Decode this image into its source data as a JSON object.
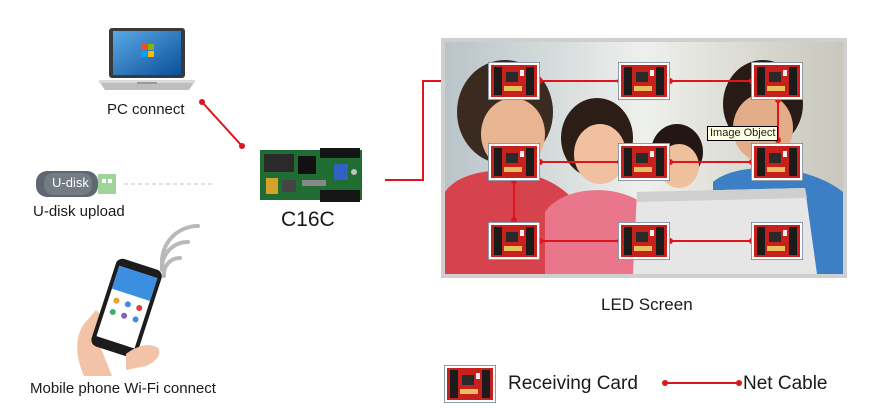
{
  "labels": {
    "pc_connect": "PC connect",
    "udisk_upload": "U-disk upload",
    "udisk_text": "U-disk",
    "controller": "C16C",
    "mobile": "Mobile phone Wi-Fi connect",
    "led_screen": "LED Screen",
    "image_tooltip": "Image Object"
  },
  "legend": {
    "receiving_card": "Receiving Card",
    "net_cable": "Net Cable"
  },
  "colors": {
    "cable": "#e0141c",
    "card_red": "#c8201c",
    "pcb_green": "#1f6d33"
  }
}
